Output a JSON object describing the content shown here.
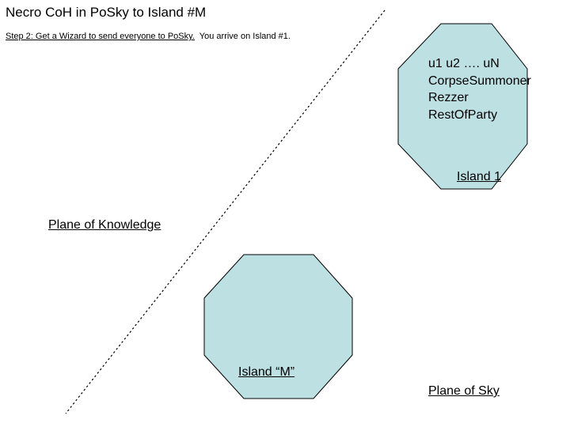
{
  "title": "Necro CoH in PoSky to Island #M",
  "step": {
    "underlined": "Step 2:  Get a Wizard to send everyone to PoSky.",
    "rest": "  You arrive on Island #1."
  },
  "planes": {
    "knowledge": "Plane of Knowledge",
    "sky": "Plane of Sky"
  },
  "island1": {
    "label": "Island 1",
    "occupants": [
      "u1 u2 …. uN",
      "CorpseSummoner",
      "Rezzer",
      "RestOfParty"
    ]
  },
  "islandM": {
    "label": "Island “M”"
  },
  "colors": {
    "island_fill": "#bde0e3",
    "outline": "#000000"
  }
}
